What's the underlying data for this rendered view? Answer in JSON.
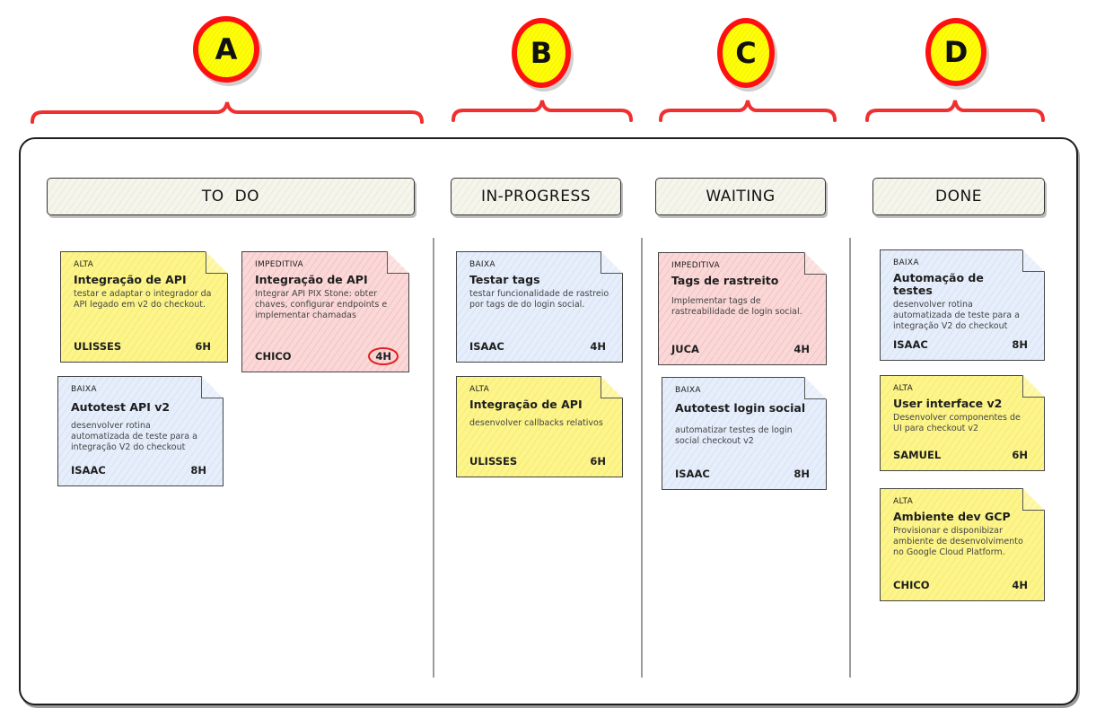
{
  "markers": [
    {
      "label": "A",
      "spans": "TO DO"
    },
    {
      "label": "B",
      "spans": "IN-PROGRESS"
    },
    {
      "label": "C",
      "spans": "WAITING"
    },
    {
      "label": "D",
      "spans": "DONE"
    }
  ],
  "colors": {
    "marker_fill": "#ffff00",
    "marker_border": "#ff1010",
    "brace": "#f03030",
    "card_alta": "#fdf58a",
    "card_impeditiva": "#fbd8d8",
    "card_baixa": "#e6eefb",
    "highlight_circle": "#e02020"
  },
  "columns": [
    {
      "title": "TO DO",
      "cards": [
        {
          "priority": "ALTA",
          "title": "Integração de API",
          "description": "testar e adaptar o integrador da API legado em v2 do checkout.",
          "assignee": "ULISSES",
          "hours": "6H",
          "color": "yellow"
        },
        {
          "priority": "IMPEDITIVA",
          "title": "Integração de API",
          "description": "Integrar API PIX Stone: obter chaves, configurar endpoints e implementar chamadas",
          "assignee": "CHICO",
          "hours": "4H",
          "color": "pink",
          "hours_circled": true
        },
        {
          "priority": "BAIXA",
          "title": "Autotest API v2",
          "description": "desenvolver rotina automatizada de teste para a integração V2 do checkout",
          "assignee": "ISAAC",
          "hours": "8H",
          "color": "blue"
        }
      ]
    },
    {
      "title": "IN-PROGRESS",
      "cards": [
        {
          "priority": "BAIXA",
          "title": "Testar tags",
          "description": "testar funcionalidade de rastreio por tags de do login social.",
          "assignee": "ISAAC",
          "hours": "4H",
          "color": "blue"
        },
        {
          "priority": "ALTA",
          "title": "Integração de API",
          "description": "desenvolver callbacks relativos",
          "assignee": "ULISSES",
          "hours": "6H",
          "color": "yellow"
        }
      ]
    },
    {
      "title": "WAITING",
      "cards": [
        {
          "priority": "IMPEDITIVA",
          "title": "Tags de rastreito",
          "description": "Implementar tags de rastreabilidade de login social.",
          "assignee": "JUCA",
          "hours": "4H",
          "color": "pink"
        },
        {
          "priority": "BAIXA",
          "title": "Autotest login social",
          "description": "automatizar testes de login social checkout v2",
          "assignee": "ISAAC",
          "hours": "8H",
          "color": "blue"
        }
      ]
    },
    {
      "title": "DONE",
      "cards": [
        {
          "priority": "BAIXA",
          "title": "Automação de testes",
          "description": "desenvolver rotina automatizada de teste para a integração V2 do checkout",
          "assignee": "ISAAC",
          "hours": "8H",
          "color": "blue"
        },
        {
          "priority": "ALTA",
          "title": "User interface v2",
          "description": "Desenvolver componentes de UI para checkout v2",
          "assignee": "SAMUEL",
          "hours": "6H",
          "color": "yellow"
        },
        {
          "priority": "ALTA",
          "title": "Ambiente dev GCP",
          "description": "Provisionar e disponibizar ambiente de desenvolvimento no Google Cloud Platform.",
          "assignee": "CHICO",
          "hours": "4H",
          "color": "yellow"
        }
      ]
    }
  ]
}
